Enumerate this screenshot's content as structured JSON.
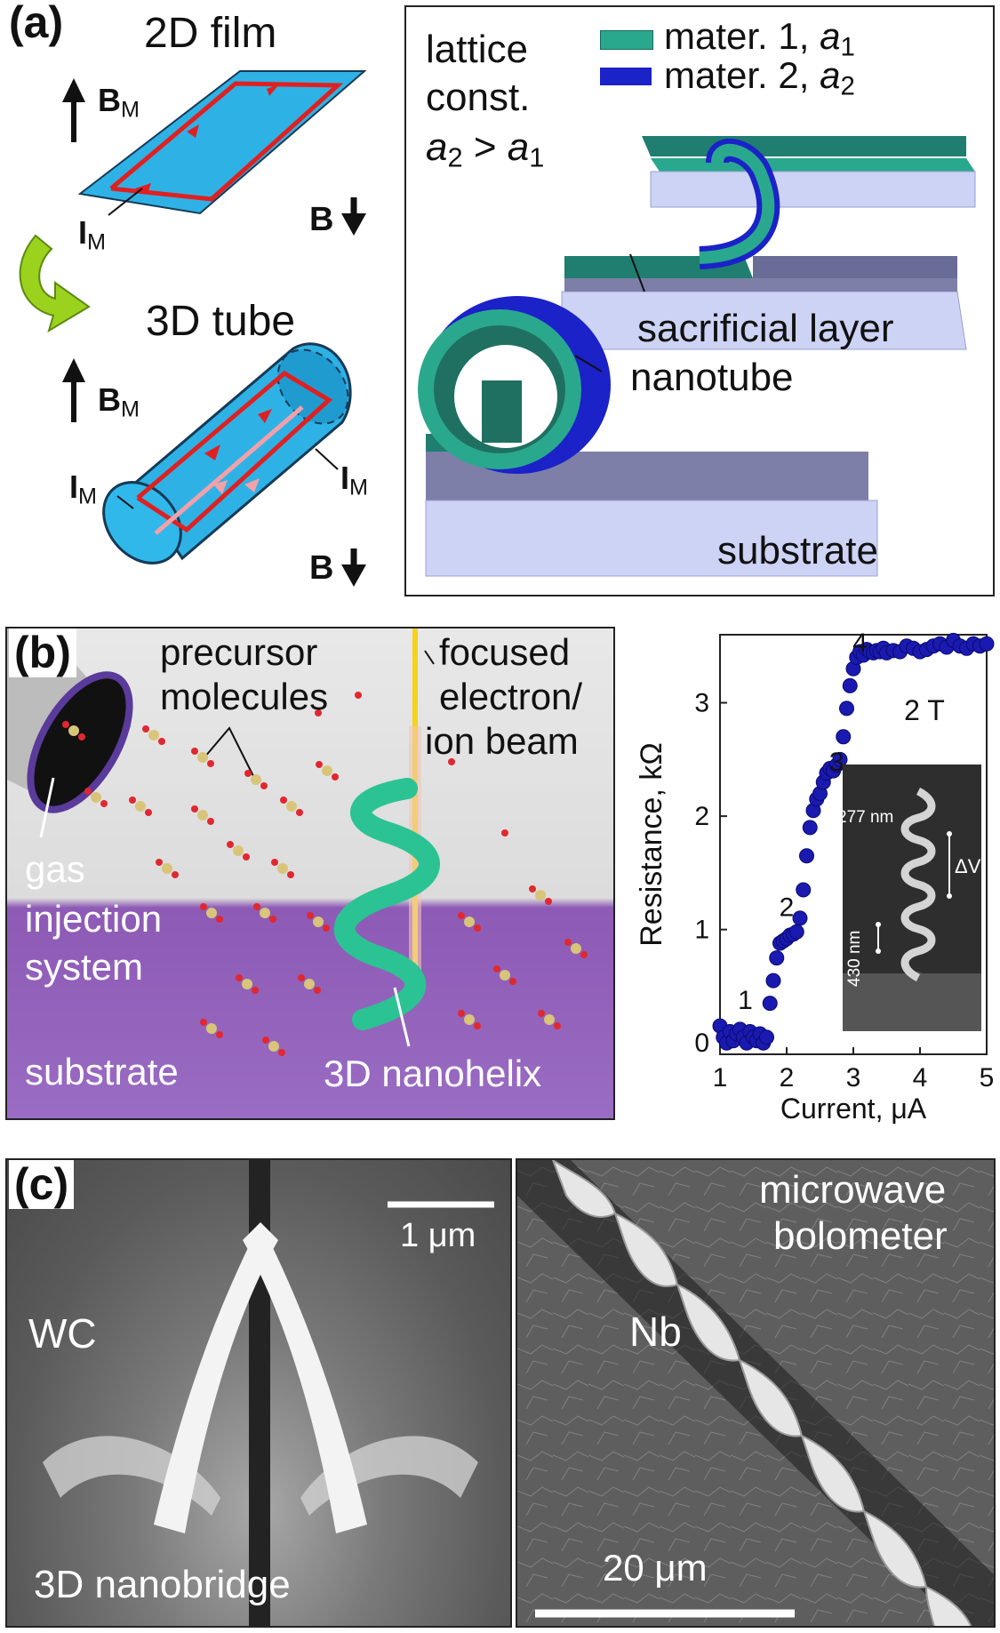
{
  "panel_a": {
    "tag": "(a)",
    "film_title": "2D film",
    "tube_title": "3D tube",
    "bm_letter": "B",
    "bm_sub": "M",
    "im_letter": "I",
    "im_sub": "M",
    "b_label": "B",
    "lattice_line1": "lattice",
    "lattice_line2": "const.",
    "lattice_a2": "a",
    "lattice_a2_sub": "2",
    "lattice_gt": " > ",
    "lattice_a1": "a",
    "lattice_a1_sub": "1",
    "legend_mat1_text": "mater. 1, ",
    "legend_mat1_a": "a",
    "legend_mat1_sub": "1",
    "legend_mat2_text": "mater. 2, ",
    "legend_mat2_a": "a",
    "legend_mat2_sub": "2",
    "sacrificial": "sacrificial layer",
    "nanotube": "nanotube",
    "substrate": "substrate",
    "colors": {
      "mat1": "#2aa88e",
      "mat2": "#1a22c8",
      "film": "#2eb2e6",
      "current": "#e02020"
    }
  },
  "panel_b": {
    "tag": "(b)",
    "precursor_line1": "precursor",
    "precursor_line2": "molecules",
    "beam_line1": "focused",
    "beam_line2": "electron/",
    "beam_line3": "ion beam",
    "gis_line1": "gas",
    "gis_line2": "injection",
    "gis_line3": "system",
    "substrate": "substrate",
    "nanohelix": "3D nanohelix",
    "inset_label_277": "277 nm",
    "inset_label_430": "430 nm",
    "inset_label_dv": "ΔV"
  },
  "chart_data": {
    "type": "scatter",
    "xlabel": "Current, μA",
    "ylabel": "Resistance, kΩ",
    "xlim": [
      1,
      5
    ],
    "ylim": [
      -0.1,
      3.6
    ],
    "xticks": [
      "1",
      "2",
      "3",
      "4",
      "5"
    ],
    "yticks": [
      "0",
      "1",
      "2",
      "3"
    ],
    "field_label": "2 T",
    "step_labels": [
      {
        "text": "1",
        "x": 1.38,
        "y": 0.3
      },
      {
        "text": "2",
        "x": 2.0,
        "y": 1.12
      },
      {
        "text": "3",
        "x": 2.75,
        "y": 2.4
      },
      {
        "text": "4",
        "x": 3.1,
        "y": 3.45
      }
    ],
    "x": [
      1.0,
      1.05,
      1.1,
      1.15,
      1.2,
      1.25,
      1.3,
      1.35,
      1.4,
      1.45,
      1.5,
      1.55,
      1.6,
      1.65,
      1.7,
      1.75,
      1.8,
      1.85,
      1.9,
      1.95,
      2.0,
      2.05,
      2.1,
      2.15,
      2.2,
      2.25,
      2.3,
      2.35,
      2.4,
      2.45,
      2.5,
      2.55,
      2.6,
      2.65,
      2.7,
      2.75,
      2.8,
      2.85,
      2.9,
      2.95,
      3.0,
      3.05,
      3.1,
      3.15,
      3.2,
      3.25,
      3.3,
      3.35,
      3.4,
      3.45,
      3.5,
      3.6,
      3.7,
      3.8,
      3.9,
      4.0,
      4.1,
      4.2,
      4.3,
      4.4,
      4.5,
      4.6,
      4.7,
      4.8,
      4.9,
      5.0
    ],
    "y": [
      0.15,
      0.05,
      0.0,
      0.1,
      0.02,
      0.08,
      0.12,
      0.05,
      0.0,
      0.1,
      0.05,
      0.02,
      0.08,
      0.0,
      0.05,
      0.35,
      0.55,
      0.75,
      0.88,
      0.9,
      0.92,
      0.95,
      0.96,
      0.98,
      1.1,
      1.35,
      1.65,
      1.9,
      2.05,
      2.15,
      2.2,
      2.3,
      2.38,
      2.42,
      2.4,
      2.45,
      2.5,
      2.7,
      2.95,
      3.15,
      3.3,
      3.4,
      3.45,
      3.42,
      3.47,
      3.45,
      3.44,
      3.46,
      3.45,
      3.48,
      3.44,
      3.46,
      3.45,
      3.5,
      3.48,
      3.45,
      3.47,
      3.5,
      3.52,
      3.49,
      3.55,
      3.5,
      3.48,
      3.52,
      3.5,
      3.52
    ]
  },
  "panel_c": {
    "tag": "(c)",
    "wc": "WC",
    "scale_left": "1 μm",
    "nanobridge": "3D nanobridge",
    "bolometer_line1": "microwave",
    "bolometer_line2": "bolometer",
    "nb": "Nb",
    "scale_right": "20 μm"
  }
}
